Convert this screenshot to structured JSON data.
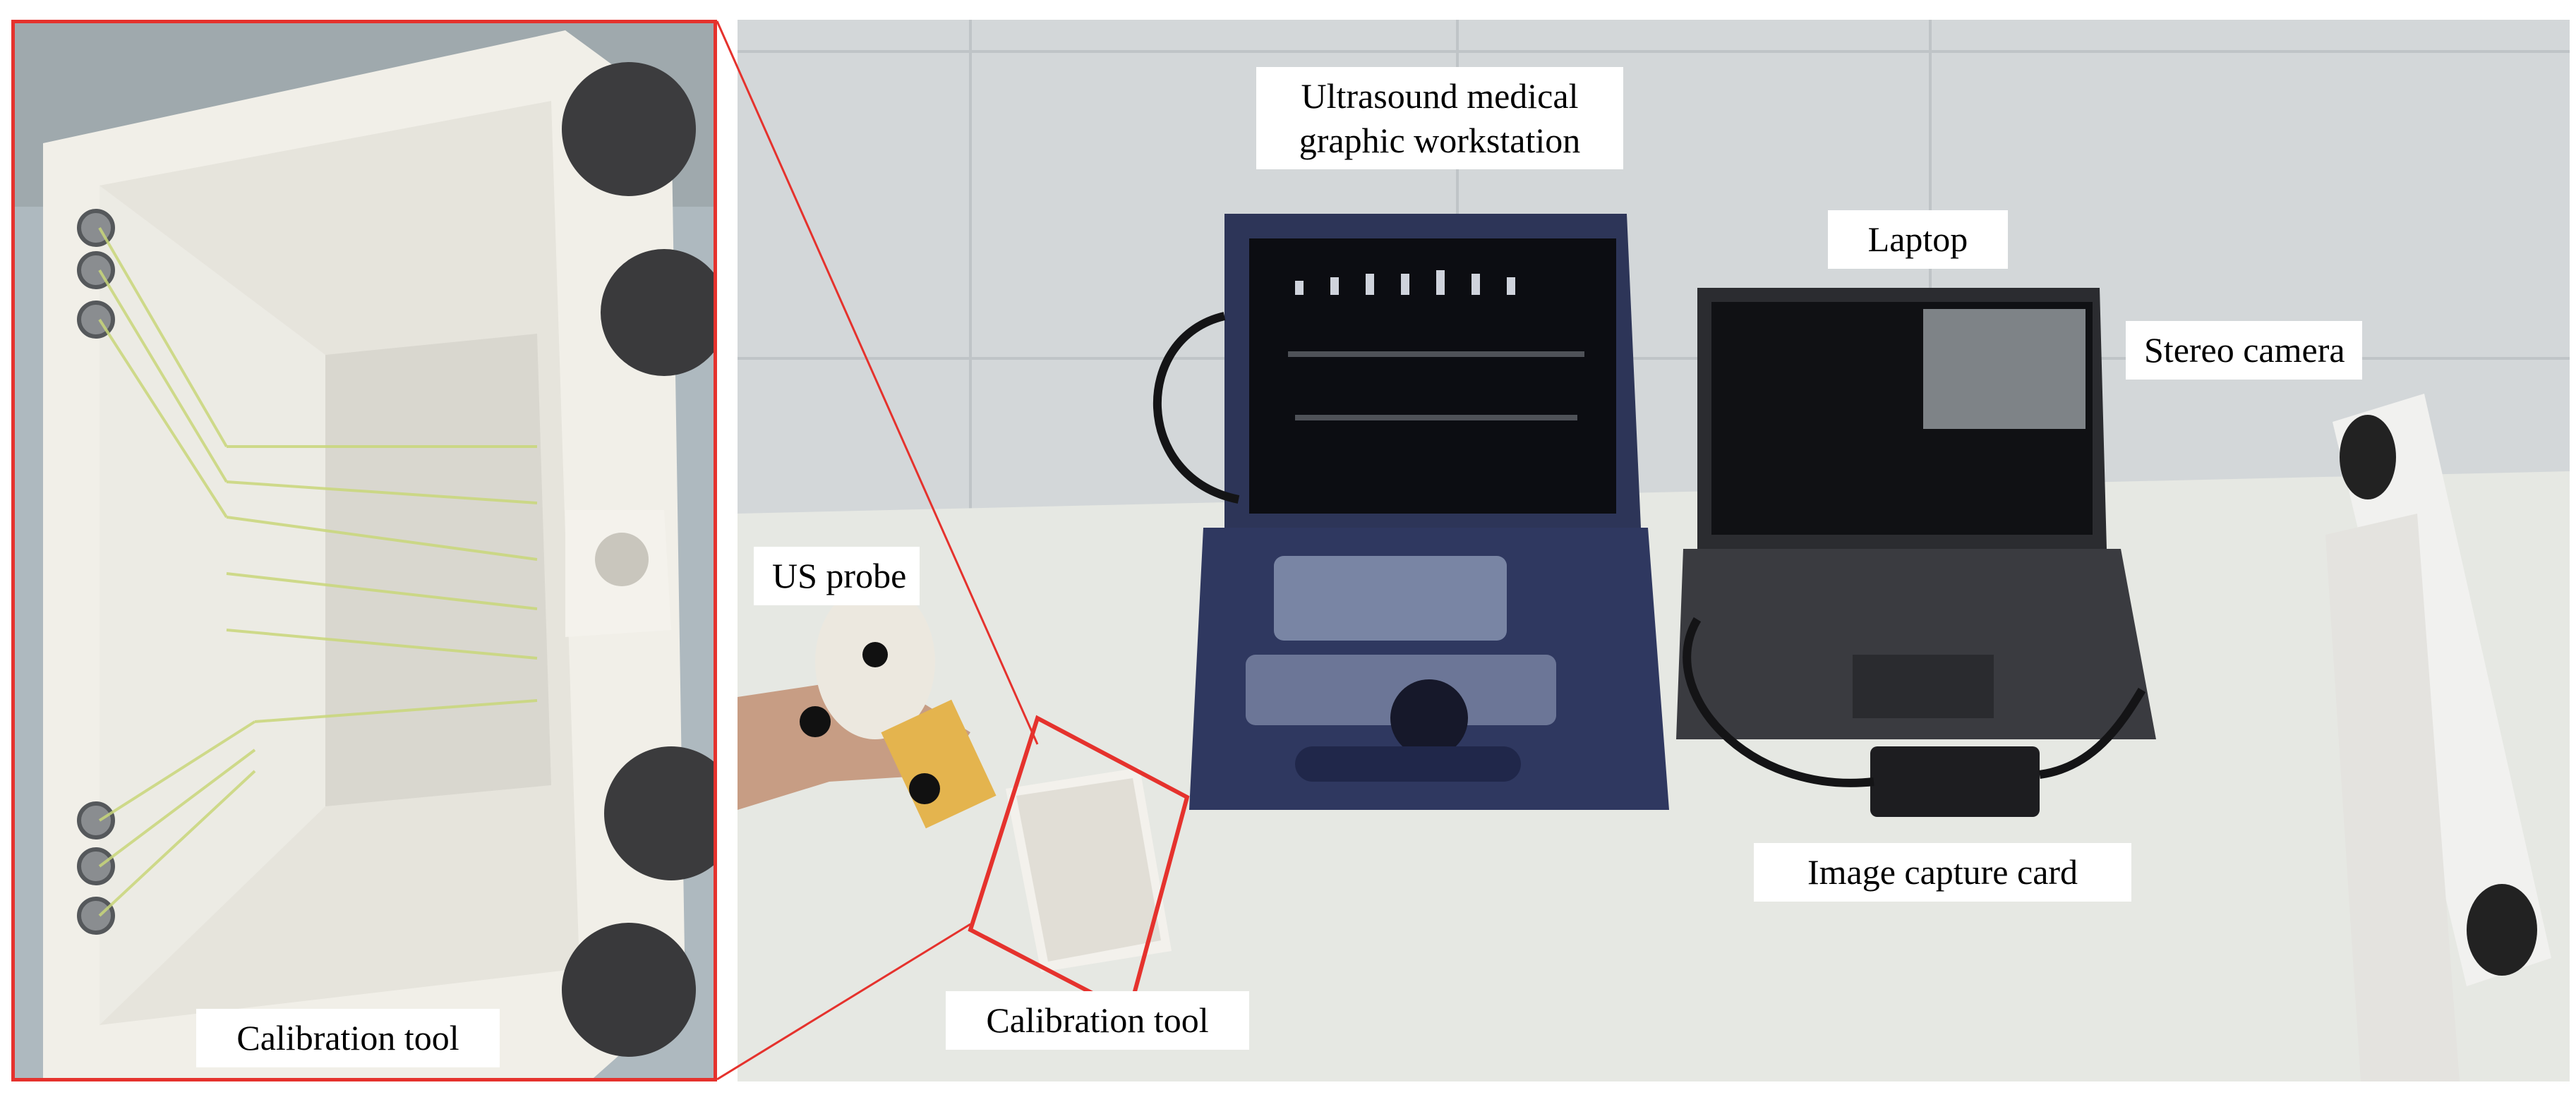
{
  "labels": {
    "workstation_line1": "Ultrasound medical",
    "workstation_line2": "graphic workstation",
    "laptop": "Laptop",
    "stereo_camera": "Stereo camera",
    "us_probe": "US probe",
    "image_capture_card": "Image capture card",
    "calibration_tool_center": "Calibration tool",
    "calibration_tool_left": "Calibration tool"
  },
  "colors": {
    "highlight": "#e5322d",
    "desk": "#e9ebe6",
    "wall": "#d8dcde",
    "device_navy": "#2d3558",
    "phantom_white": "#f3f1ec"
  }
}
